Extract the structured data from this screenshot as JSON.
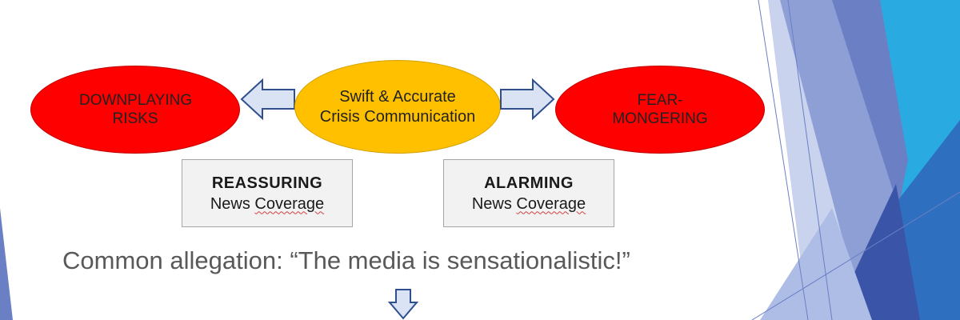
{
  "diagram": {
    "left_ellipse": {
      "text": "DOWNPLAYING RISKS",
      "color": "#ff0000"
    },
    "center_ellipse": {
      "text": "Swift & Accurate Crisis Communication",
      "color": "#ffc000"
    },
    "right_ellipse": {
      "text": "FEAR-MONGERING",
      "color": "#ff0000"
    },
    "left_box": {
      "title": "REASSURING",
      "pre": "News ",
      "underlined": "Coverage"
    },
    "right_box": {
      "title": "ALARMING",
      "pre": "News ",
      "underlined": "Coverage"
    },
    "allegation": "Common allegation: “The media is sensationalistic!”",
    "arrow_color": "#dae3f3",
    "arrow_stroke": "#2f4f8f"
  },
  "theme": {
    "accent_blue": "#4472c4",
    "accent_light_blue": "#29abe2"
  }
}
